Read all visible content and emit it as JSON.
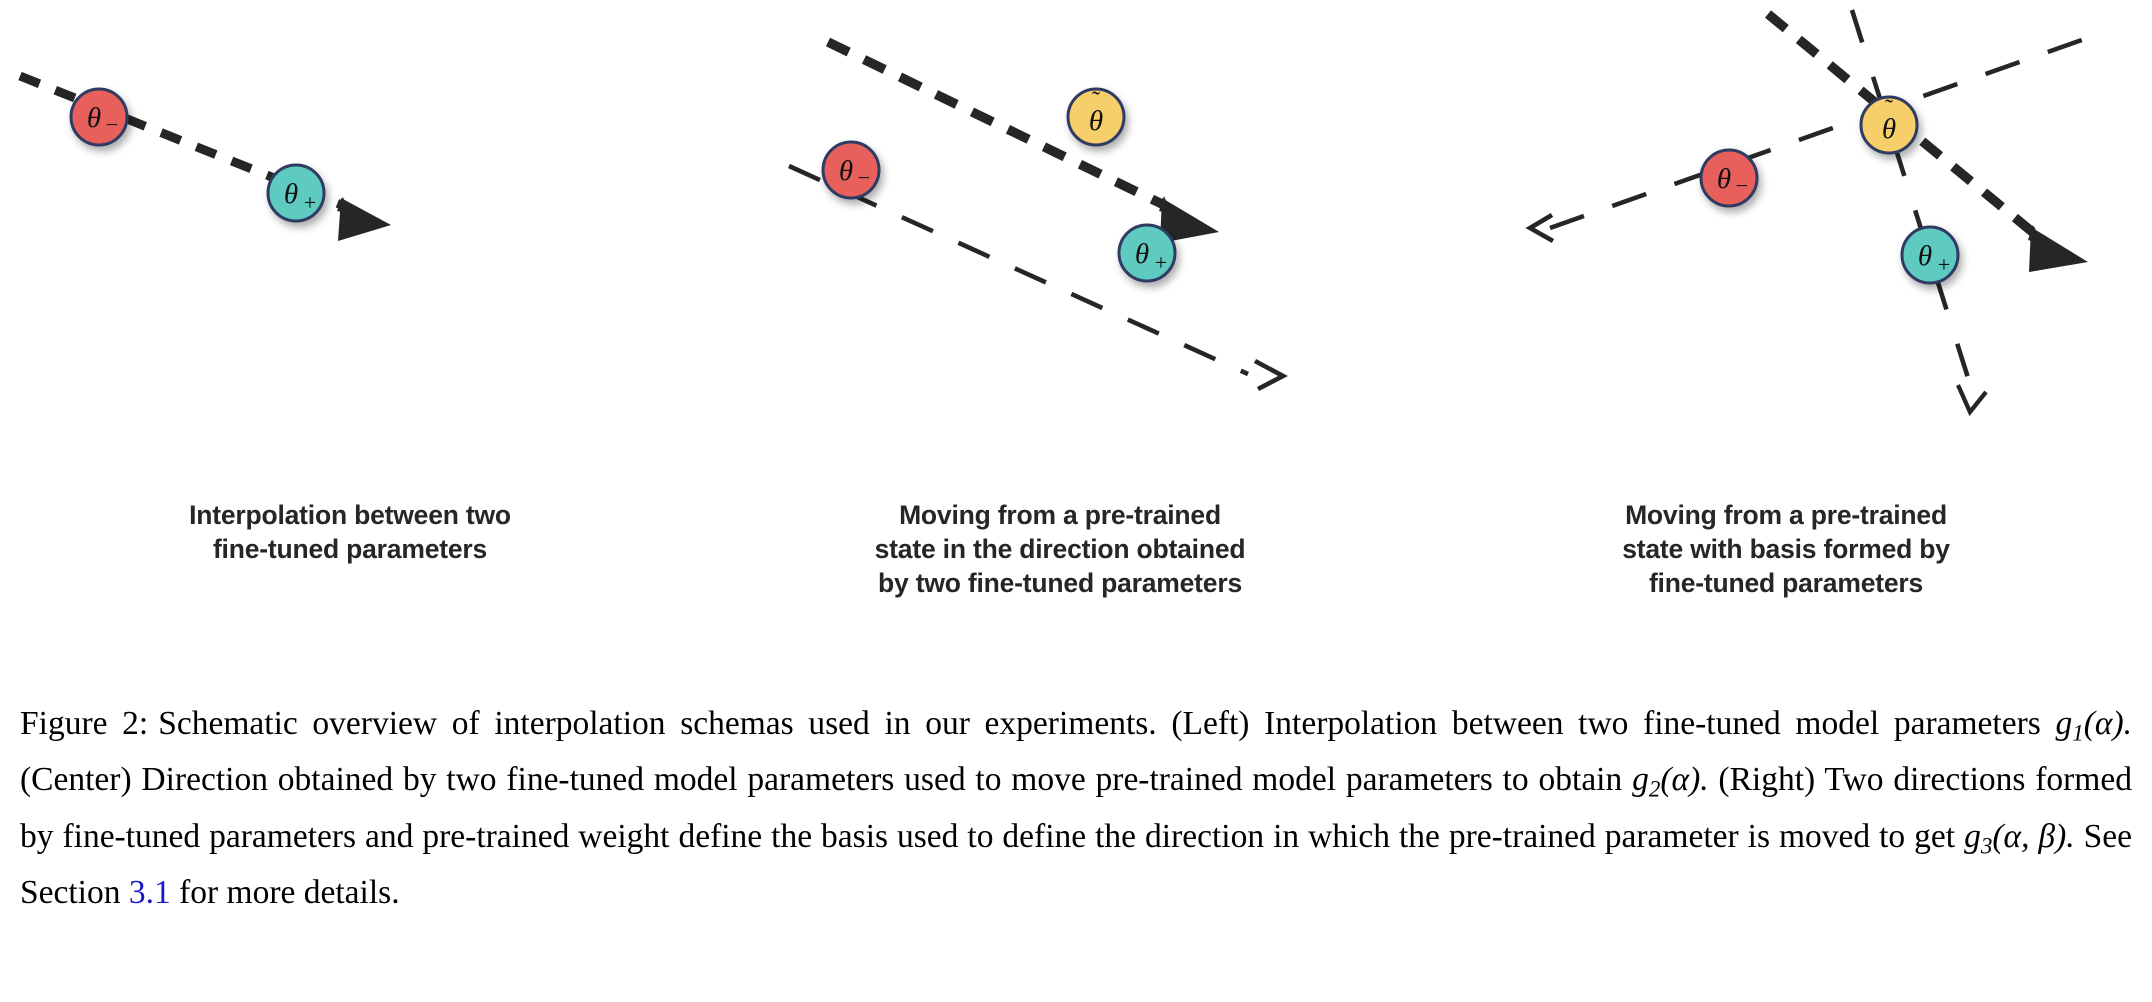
{
  "figure": {
    "panels": [
      {
        "id": "left",
        "label_lines": [
          "Interpolation between two",
          "fine-tuned parameters"
        ],
        "nodes": [
          {
            "name": "theta-minus",
            "glyph": "θ₋",
            "color": "#e8605c"
          },
          {
            "name": "theta-plus",
            "glyph": "θ₊",
            "color": "#5ecbc0"
          }
        ],
        "lines": [
          {
            "name": "interpolation-direction",
            "style": "thick-dashed",
            "arrow": "large"
          }
        ]
      },
      {
        "id": "center",
        "label_lines": [
          "Moving from a pre-trained",
          "state in the direction obtained",
          "by two fine-tuned parameters"
        ],
        "nodes": [
          {
            "name": "theta-tilde",
            "glyph": "θ̃",
            "color": "#f6cf6a"
          },
          {
            "name": "theta-minus",
            "glyph": "θ₋",
            "color": "#e8605c"
          },
          {
            "name": "theta-plus",
            "glyph": "θ₊",
            "color": "#5ecbc0"
          }
        ],
        "lines": [
          {
            "name": "pretrained-move-direction",
            "style": "thick-dashed",
            "arrow": "large"
          },
          {
            "name": "finetuned-direction",
            "style": "thin-dashed",
            "arrow": "small"
          }
        ]
      },
      {
        "id": "right",
        "label_lines": [
          "Moving from a pre-trained",
          "state with basis formed by",
          "fine-tuned parameters"
        ],
        "nodes": [
          {
            "name": "theta-tilde",
            "glyph": "θ̃",
            "color": "#f6cf6a"
          },
          {
            "name": "theta-minus",
            "glyph": "θ₋",
            "color": "#e8605c"
          },
          {
            "name": "theta-plus",
            "glyph": "θ₊",
            "color": "#5ecbc0"
          }
        ],
        "lines": [
          {
            "name": "basis-move-direction",
            "style": "thick-dashed",
            "arrow": "large"
          },
          {
            "name": "basis-axis-one",
            "style": "thin-dashed",
            "arrow": "small-left"
          },
          {
            "name": "basis-axis-two",
            "style": "thin-dashed",
            "arrow": "small-down"
          }
        ]
      }
    ],
    "colors": {
      "node_red": "#e8605c",
      "node_teal": "#5ecbc0",
      "node_yellow": "#f6cf6a",
      "node_border": "#2f3a63",
      "line": "#262626",
      "label_text": "#262626",
      "link_blue": "#1818cc"
    }
  },
  "caption": {
    "prefix": "Figure 2:",
    "t1": "Schematic overview of interpolation schemas used in our experiments. (Left) Interpolation between two fine-tuned model parameters ",
    "g1": "g",
    "g1sub": "1",
    "g1arg": "(α).",
    "t2": " (Center) Direction obtained by two fine-tuned model parameters used to move pre-trained model parameters to obtain ",
    "g2": "g",
    "g2sub": "2",
    "g2arg": "(α).",
    "t3": " (Right) Two directions formed by fine-tuned parameters and pre-trained weight define the basis used to define the direction in which the pre-trained parameter is moved to get ",
    "g3": "g",
    "g3sub": "3",
    "g3arg": "(α, β).",
    "t4": " See Section ",
    "link": "3.1",
    "t5": " for more details."
  }
}
